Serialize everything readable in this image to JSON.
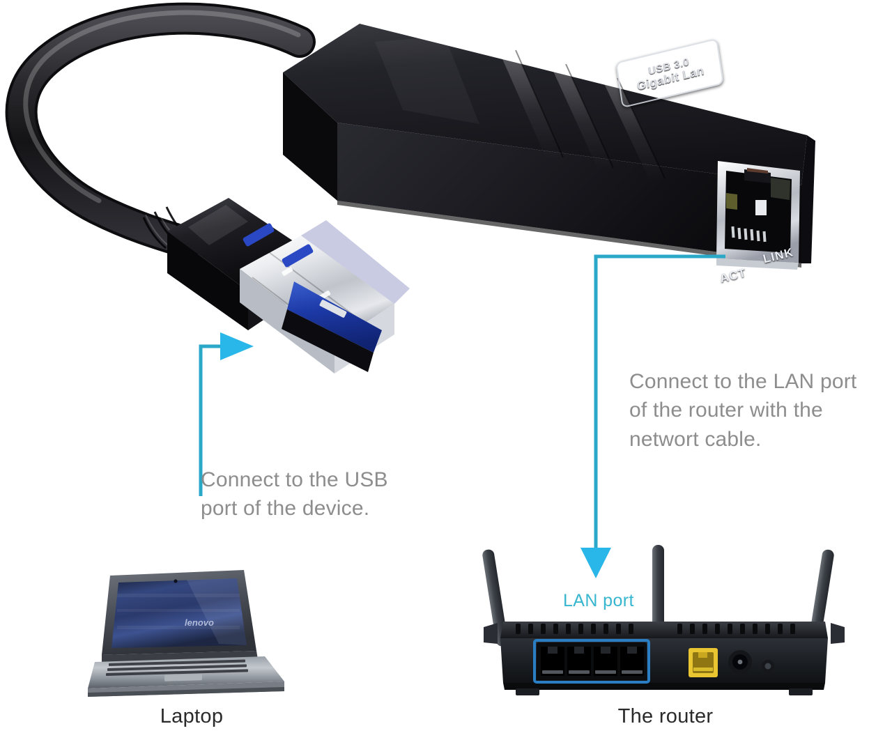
{
  "image": {
    "title": "USB 3.0 Gigabit LAN adapter connection diagram",
    "background_color": "#ffffff"
  },
  "colors": {
    "leader_line": "#2ba8c8",
    "arrow_fill": "#29b6e8",
    "caption_text": "#8d8d8d",
    "device_caption_text": "#2a2a2a",
    "lan_port_tag": "#37b6cf",
    "lan_port_highlight": "#2a7fc4",
    "adapter_body": "#1b1b1f",
    "usb_blue": "#1f3da8",
    "wan_port_yellow": "#e8c531",
    "laptop_screen": "#2c3f6b"
  },
  "adapter": {
    "emboss_label_line1": "USB 3.0",
    "emboss_label_line2": "Gigabit Lan",
    "badge_icon": "ethernet-port-icon",
    "led_labels": {
      "act": "ACT",
      "link": "LINK"
    },
    "jack_type": "RJ45",
    "connector_type": "USB-A 3.0"
  },
  "annotations": [
    {
      "id": "usb",
      "caption": "Connect to the USB\nport of the device.",
      "points_to": "usb-connector"
    },
    {
      "id": "lan",
      "caption": "Connect to the LAN port\nof the router with the\nnetwort cable.",
      "points_to": "router-lan-port"
    }
  ],
  "devices": {
    "laptop": {
      "caption": "Laptop",
      "brand_on_screen": "lenovo"
    },
    "router": {
      "caption": "The router",
      "port_group_tag": "LAN port",
      "antenna_count": 3,
      "lan_port_count": 4,
      "wan_port_count": 1,
      "power_jack": true,
      "reset_button": true
    }
  }
}
